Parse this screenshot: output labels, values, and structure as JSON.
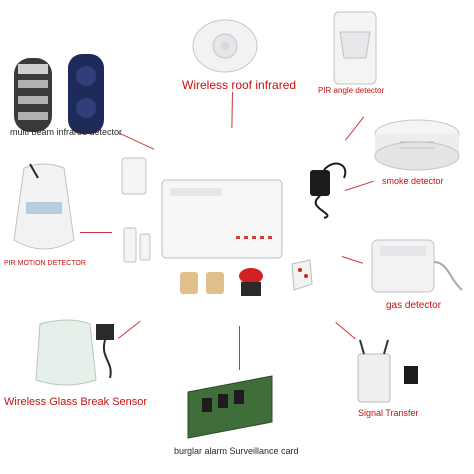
{
  "labels": {
    "multi_beam": "multi beam infrared detector",
    "roof_infrared": "Wireless roof infrared",
    "pir_angle": "PIR angle detector",
    "smoke": "smoke detector",
    "pir_motion": "PIR MOTION DETECTOR",
    "gas": "gas detector",
    "glass_break": "Wireless Glass Break Sensor",
    "signal_transfer": "Signal Transfer",
    "surveillance_card": "burglar alarm Surveillance card"
  },
  "colors": {
    "label_red": "#c81010",
    "connector": "#c83a3a",
    "device_white": "#f4f4f2",
    "device_outline": "#b8bcc0"
  }
}
